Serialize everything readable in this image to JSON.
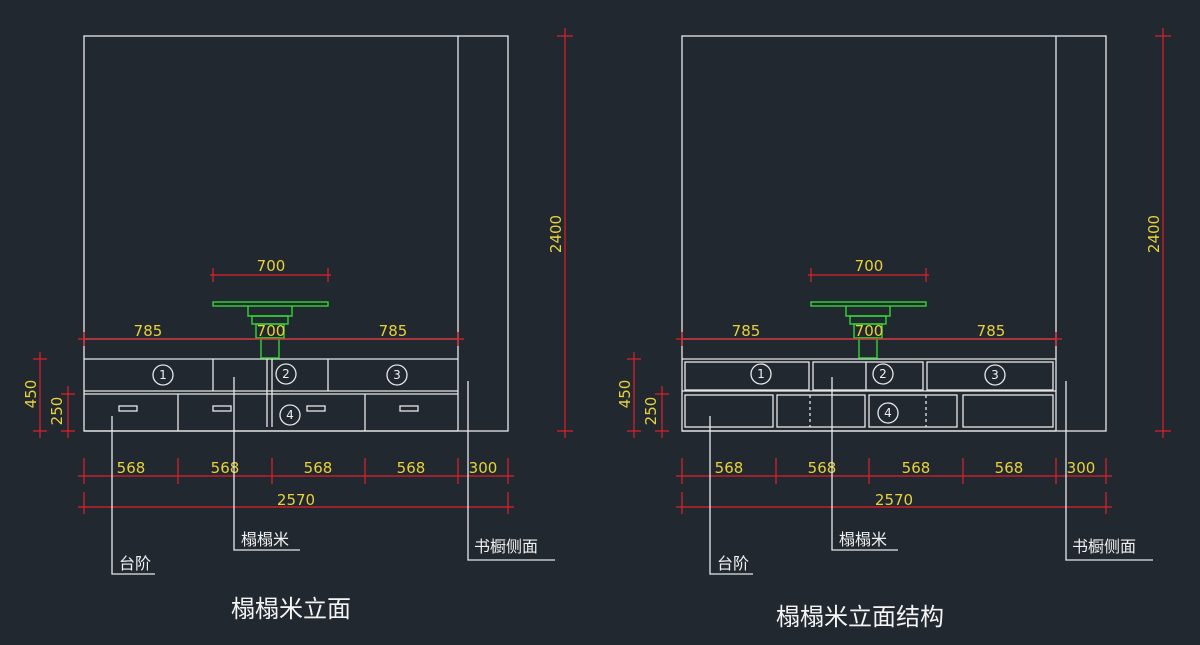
{
  "left_view": {
    "title": "榻榻米立面",
    "dims": {
      "overall_height": "2400",
      "total_height": "450",
      "drawer_height": "250",
      "table_width": "700",
      "pillar_width": "700",
      "left_span": "785",
      "right_span": "785",
      "module_1": "568",
      "module_2": "568",
      "module_3": "568",
      "module_4": "568",
      "side_depth": "300",
      "total_width": "2570"
    },
    "markers": [
      "1",
      "2",
      "3",
      "4"
    ],
    "labels": {
      "step": "台阶",
      "tatami": "榻榻米",
      "bookcase_side": "书橱侧面"
    }
  },
  "right_view": {
    "title": "榻榻米立面结构",
    "dims": {
      "overall_height": "2400",
      "total_height": "450",
      "drawer_height": "250",
      "table_width": "700",
      "pillar_width": "700",
      "left_span": "785",
      "right_span": "785",
      "module_1": "568",
      "module_2": "568",
      "module_3": "568",
      "module_4": "568",
      "side_depth": "300",
      "total_width": "2570"
    },
    "markers": [
      "1",
      "2",
      "3",
      "4"
    ],
    "labels": {
      "step": "台阶",
      "tatami": "榻榻米",
      "bookcase_side": "书橱侧面"
    }
  },
  "colors": {
    "background": "#212830",
    "outline": "#e8e8e8",
    "dimension_line": "#e0202a",
    "dimension_text": "#e8d23a",
    "table": "#33d633"
  }
}
